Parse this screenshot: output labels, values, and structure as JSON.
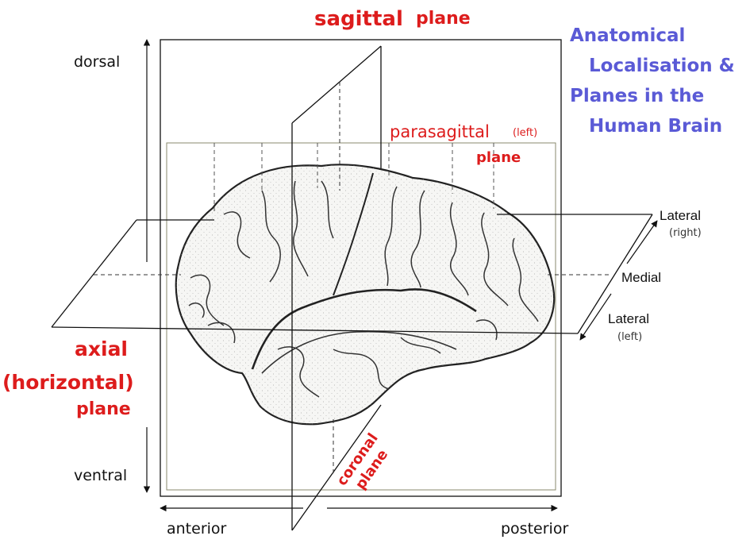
{
  "colors": {
    "plane_label": "#dd1c1c",
    "title": "#5a5ad6",
    "line": "#111111",
    "dashed": "#333333",
    "brain_fill": "#f6f6f4",
    "brain_stroke": "#222222",
    "parasagittal_border": "#8a8a6e"
  },
  "title": {
    "line1": "Anatomical",
    "line2": "Localisation &",
    "line3": "Planes in the",
    "line4": "Human Brain"
  },
  "planes": {
    "sagittal": {
      "word": "sagittal",
      "plane": "plane"
    },
    "parasagittal": {
      "word": "parasagittal",
      "side": "(left)",
      "plane": "plane"
    },
    "axial": {
      "line1": "axial",
      "line2": "(horizontal)",
      "line3": "plane"
    },
    "coronal": {
      "word": "coronal",
      "plane": "plane"
    }
  },
  "directions": {
    "dorsal": "dorsal",
    "ventral": "ventral",
    "anterior": "anterior",
    "posterior": "posterior",
    "lateral_right": "Lateral",
    "lateral_right_side": "(right)",
    "medial": "Medial",
    "lateral_left": "Lateral",
    "lateral_left_side": "(left)"
  },
  "icons": {
    "figure": "brain-planes-diagram",
    "brain": "brain-lateral-view"
  }
}
